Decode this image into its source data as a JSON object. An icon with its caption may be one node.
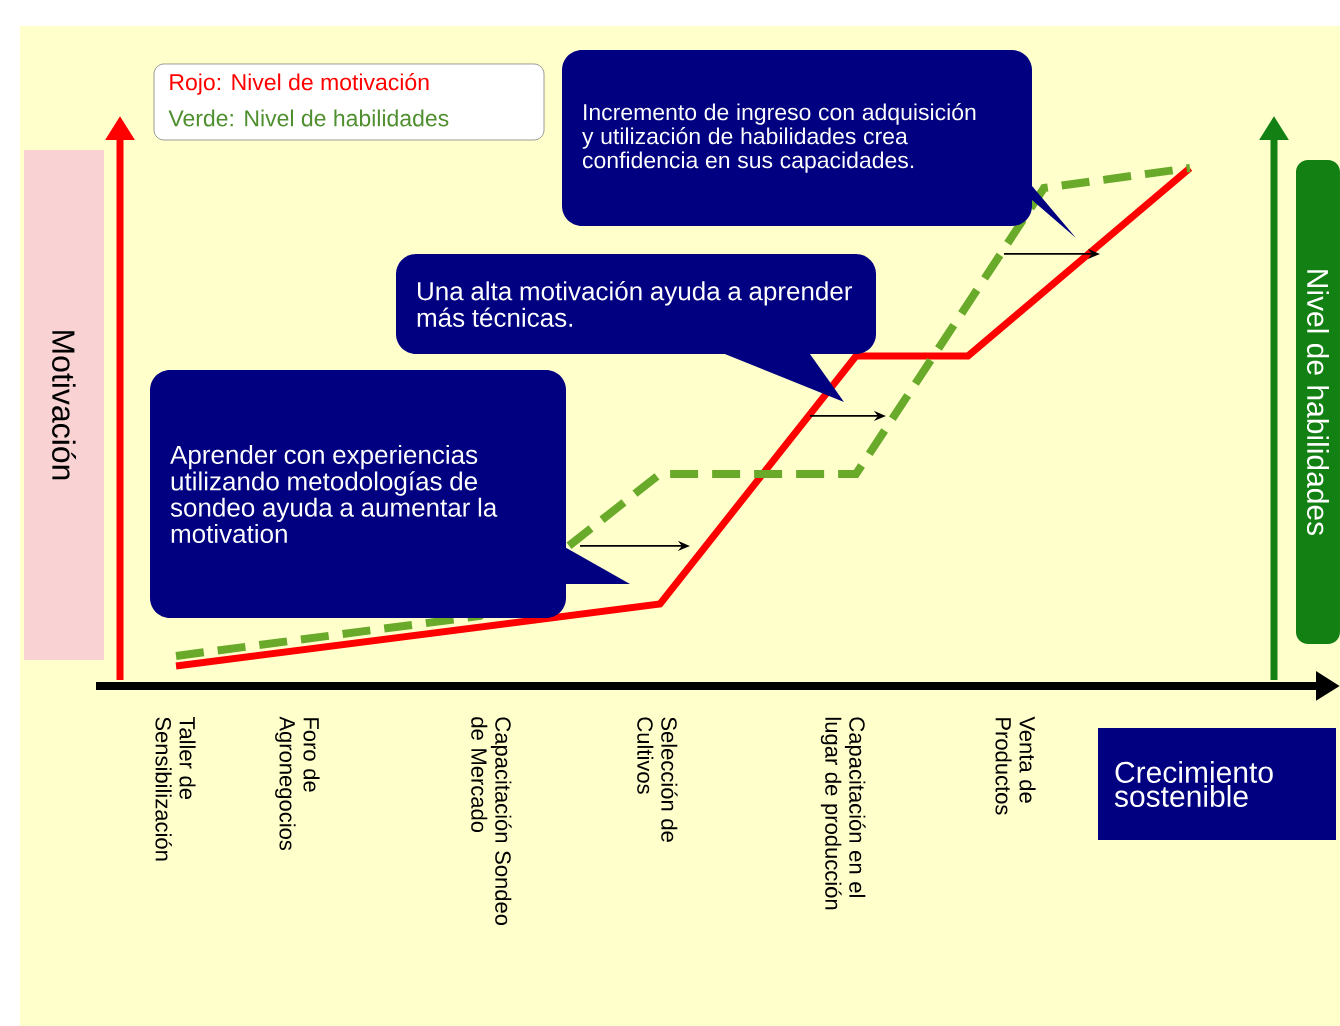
{
  "diagram": {
    "nodes": [
      {
        "text": [
          "Incremento de ingreso con adquisición y utilización de habilidades crea confidencia en sus capacidades."
        ]
      },
      {
        "text": [
          "Una alta motivación ayuda a aprender más técnicas."
        ]
      },
      {
        "text": [
          "Aprender con experiencias utilizando metodologías de sondeo ayuda a aumentar la motivation"
        ]
      },
      {
        "text": [
          "Motivación"
        ]
      },
      {
        "text": [
          "Nivel de habilidades"
        ]
      },
      {
        "text": [
          "Crecimiento sostenible"
        ]
      }
    ],
    "labels": [
      "Taller de Sensibilización",
      "Foro de Agronegocios",
      "Capacitación Sondeo de Mercado",
      "Selección de Cultivos",
      "Capacitación en el lugar de producción",
      "Venta de Productos"
    ],
    "legend": [
      {
        "text": "Rojo: Nivel de motivación",
        "color": "#ff0000"
      },
      {
        "text": "Verde: Nivel de habilidades",
        "color": "#4f8f2f"
      }
    ]
  }
}
